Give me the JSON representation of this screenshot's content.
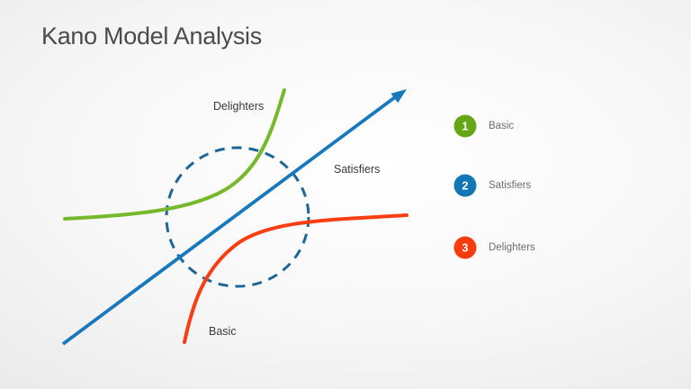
{
  "slide": {
    "title": "Kano Model Analysis"
  },
  "diagram": {
    "labels": {
      "delighters": "Delighters",
      "satisfiers": "Satisfiers",
      "basic": "Basic"
    }
  },
  "legend": {
    "items": [
      {
        "number": "1",
        "label": "Basic",
        "color": "#63a716"
      },
      {
        "number": "2",
        "label": "Satisfiers",
        "color": "#1377b6"
      },
      {
        "number": "3",
        "label": "Delighters",
        "color": "#f93c10"
      }
    ]
  },
  "colors": {
    "delighters_curve": "#76b82b",
    "satisfiers_arrow": "#1878bc",
    "basic_curve": "#f93e12",
    "dashed_circle": "#1e6597",
    "badge_number": "#ffffff"
  }
}
